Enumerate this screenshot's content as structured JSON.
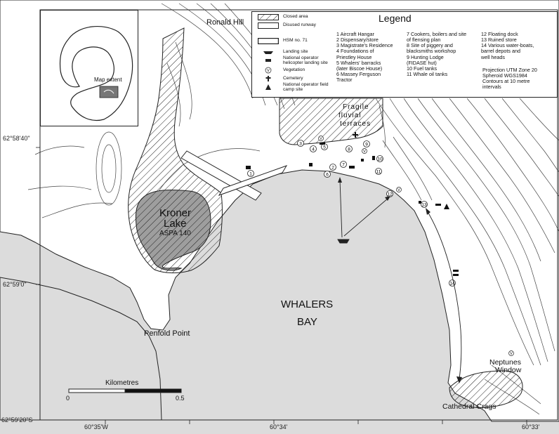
{
  "map": {
    "place_labels": {
      "ronald_hill": "Ronald Hill",
      "fragile": "Fragile",
      "fluvial": "fluvial",
      "terraces": "terraces",
      "kroner": "Kroner",
      "lake": "Lake",
      "aspa": "ASPA 140",
      "whalers": "WHALERS",
      "bay": "BAY",
      "penfold_point": "Penfold Point",
      "neptunes": "Neptunes",
      "window": "Window",
      "cathedral_crags": "Cathedral Crags",
      "map_extent": "Map extent"
    },
    "coordinates": {
      "lat1": "62°58'40\"",
      "lat2": "62°59'0\"",
      "lat3": "62°59'20\"S",
      "lon1": "60°35'W",
      "lon2": "60°34'",
      "lon3": "60°33'"
    },
    "scale": {
      "title": "Kilometres",
      "zero": "0",
      "half": "0.5"
    },
    "site_markers": [
      "1",
      "2",
      "3",
      "4",
      "5",
      "6",
      "7",
      "8",
      "9",
      "10",
      "11",
      "12",
      "13",
      "14"
    ],
    "vegetation_marker": "V"
  },
  "legend": {
    "title": "Legend",
    "keys": {
      "closed": "Closed area",
      "runway": "Disused runway",
      "hsm": "HSM no. 71",
      "landing": "Landing site",
      "heli": "National operator helicopter landing site",
      "veg": "Vegetation",
      "cemetery": "Cemetery",
      "camp": "National operator field camp site"
    },
    "col1": [
      "1  Aircraft Hangar",
      "2  Dispensary/store",
      "3  Magistrate's Residence",
      "4  Foundations of",
      "    Priestley House",
      "5  Whalers' barracks",
      "    (later Biscoe House)",
      "6  Massey Ferguson",
      "    Tractor"
    ],
    "col2": [
      "7  Cookers, boilers and site",
      "    of flensing plan",
      "8  Site of piggery and",
      "    blacksmiths workshop",
      "9  Hunting Lodge",
      "    (FIDASE hut)",
      "10  Fuel tanks",
      "11  Whale oil tanks"
    ],
    "col3": [
      "12  Floating dock",
      "13  Ruined store",
      "14  Various water-boats,",
      "      barrel depots and",
      "      well heads"
    ],
    "projection": [
      "Projection UTM Zone 20",
      "Spheroid WGS1984",
      "Contours at 10 metre",
      "intervals"
    ]
  },
  "colors": {
    "sea": "#dcdcdc",
    "lake": "#9e9e9e",
    "land": "#ffffff",
    "line": "#222222"
  }
}
